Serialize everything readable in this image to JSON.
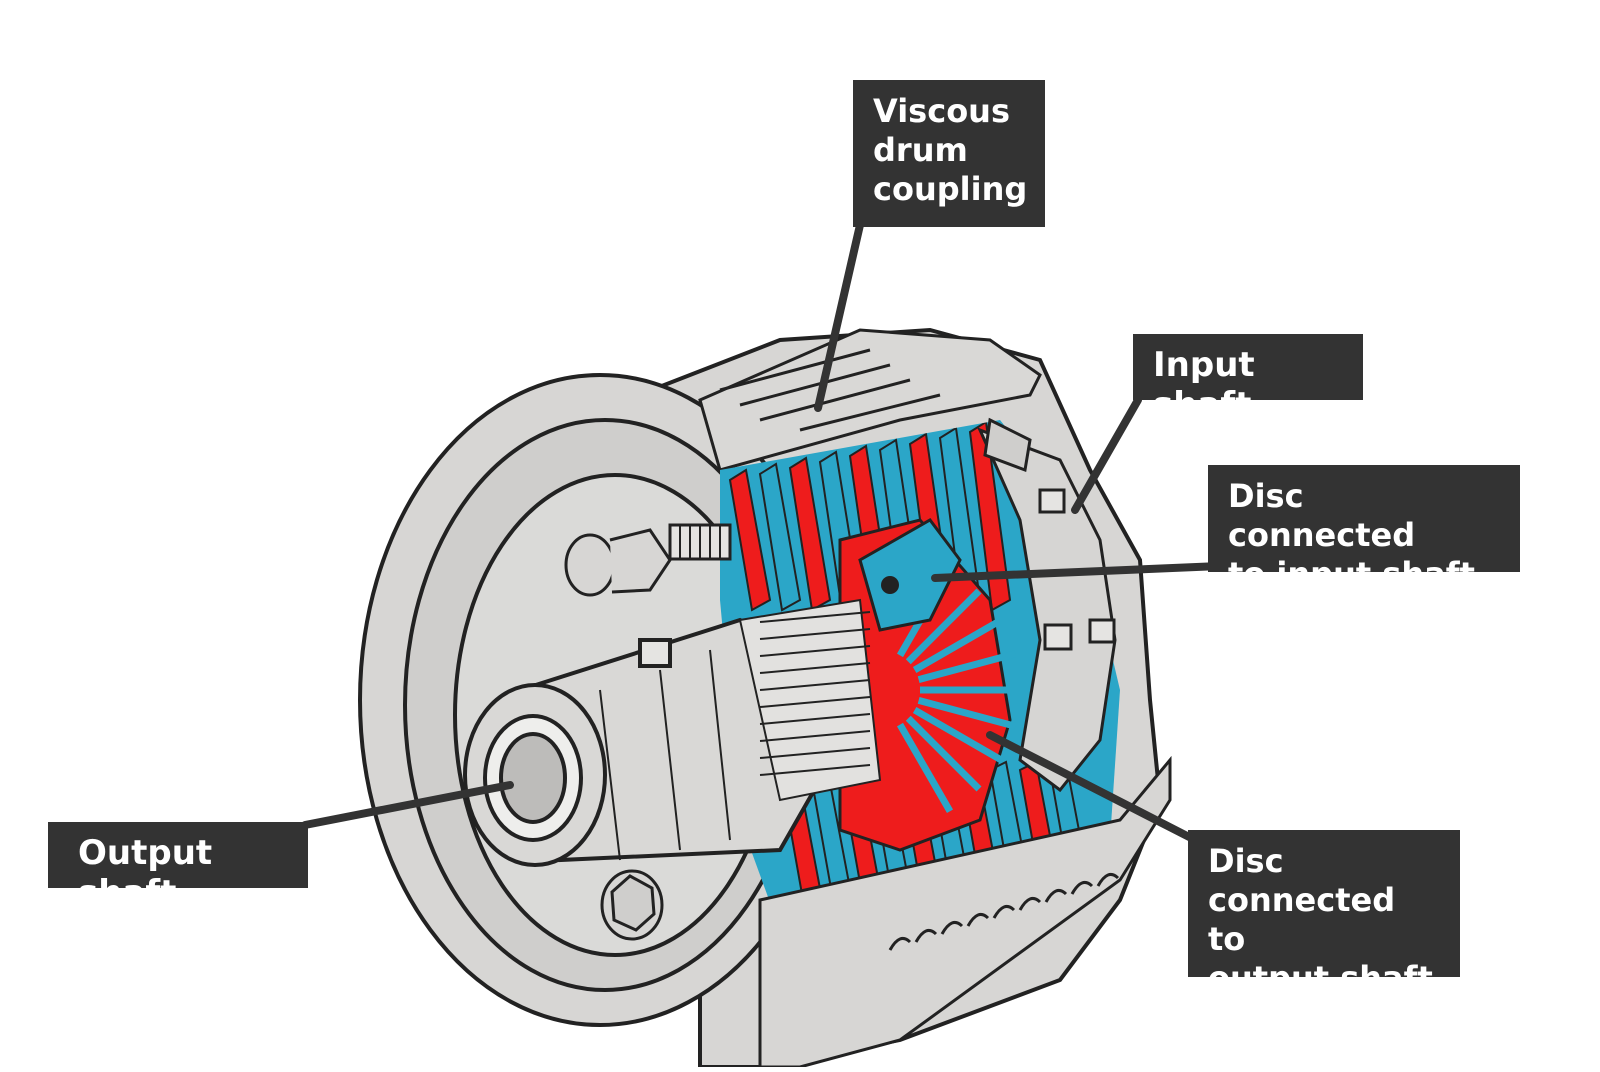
{
  "labels": {
    "viscous_drum_coupling": [
      "Viscous",
      "drum",
      "coupling"
    ],
    "input_shaft": [
      "Input shaft"
    ],
    "disc_input": [
      "Disc connected",
      "to input shaft"
    ],
    "output_shaft": [
      "Output shaft"
    ],
    "disc_output": [
      "Disc",
      "connected to",
      "output shaft"
    ]
  },
  "colors": {
    "housing": "#d7d6d4",
    "outline": "#222222",
    "red_disc": "#ee1c1c",
    "blue_disc": "#2ba6c8",
    "callout_bg": "#333333",
    "callout_text": "#ffffff"
  }
}
